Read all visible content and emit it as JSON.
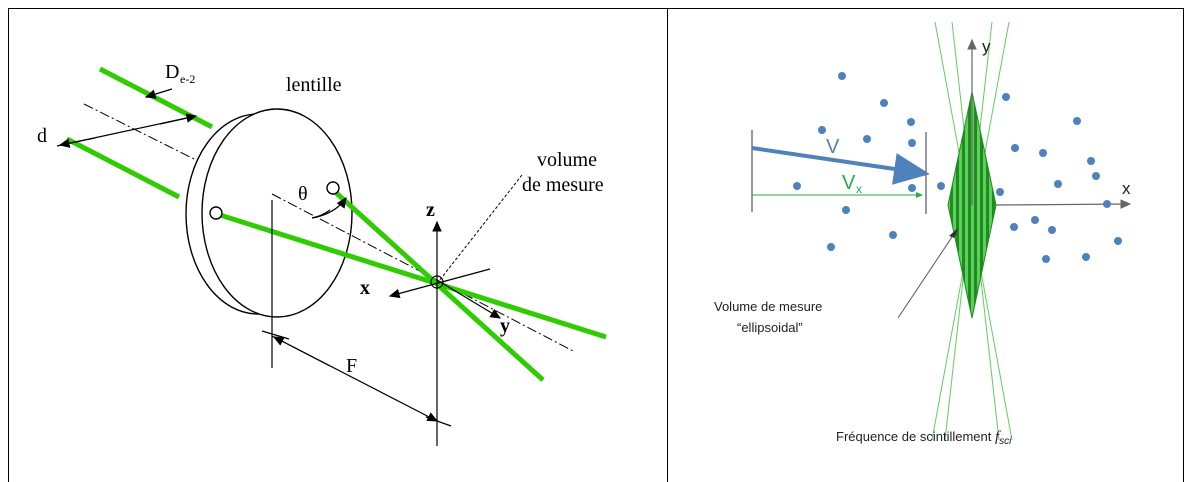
{
  "left_panel": {
    "beam_diameter_label": "D",
    "beam_diameter_sub": "e-2",
    "spacing_label": "d",
    "lens_label": "lentille",
    "angle_label": "θ",
    "volume_label_line1": "volume",
    "volume_label_line2": "de mesure",
    "axis_z": "z",
    "axis_x": "x",
    "axis_y": "y",
    "focal_label": "F"
  },
  "right_panel": {
    "axis_y": "y",
    "axis_x": "x",
    "velocity_label": "V",
    "velocity_x_label": "V",
    "velocity_x_sub": "x",
    "volume_caption_line1": "Volume de mesure",
    "volume_caption_line2": "“ellipsoidal”",
    "frequency_caption": "Fréquence de scintillement ",
    "frequency_symbol": "f",
    "frequency_sub": "sci"
  },
  "colors": {
    "beam_green": "#2ecc00",
    "thin_green": "#5fcf5f",
    "fringe_dark": "#1e8c1e",
    "particle_blue": "#4f81bd",
    "velocity_blue": "#4f81bd",
    "vx_green": "#2aa84a"
  }
}
